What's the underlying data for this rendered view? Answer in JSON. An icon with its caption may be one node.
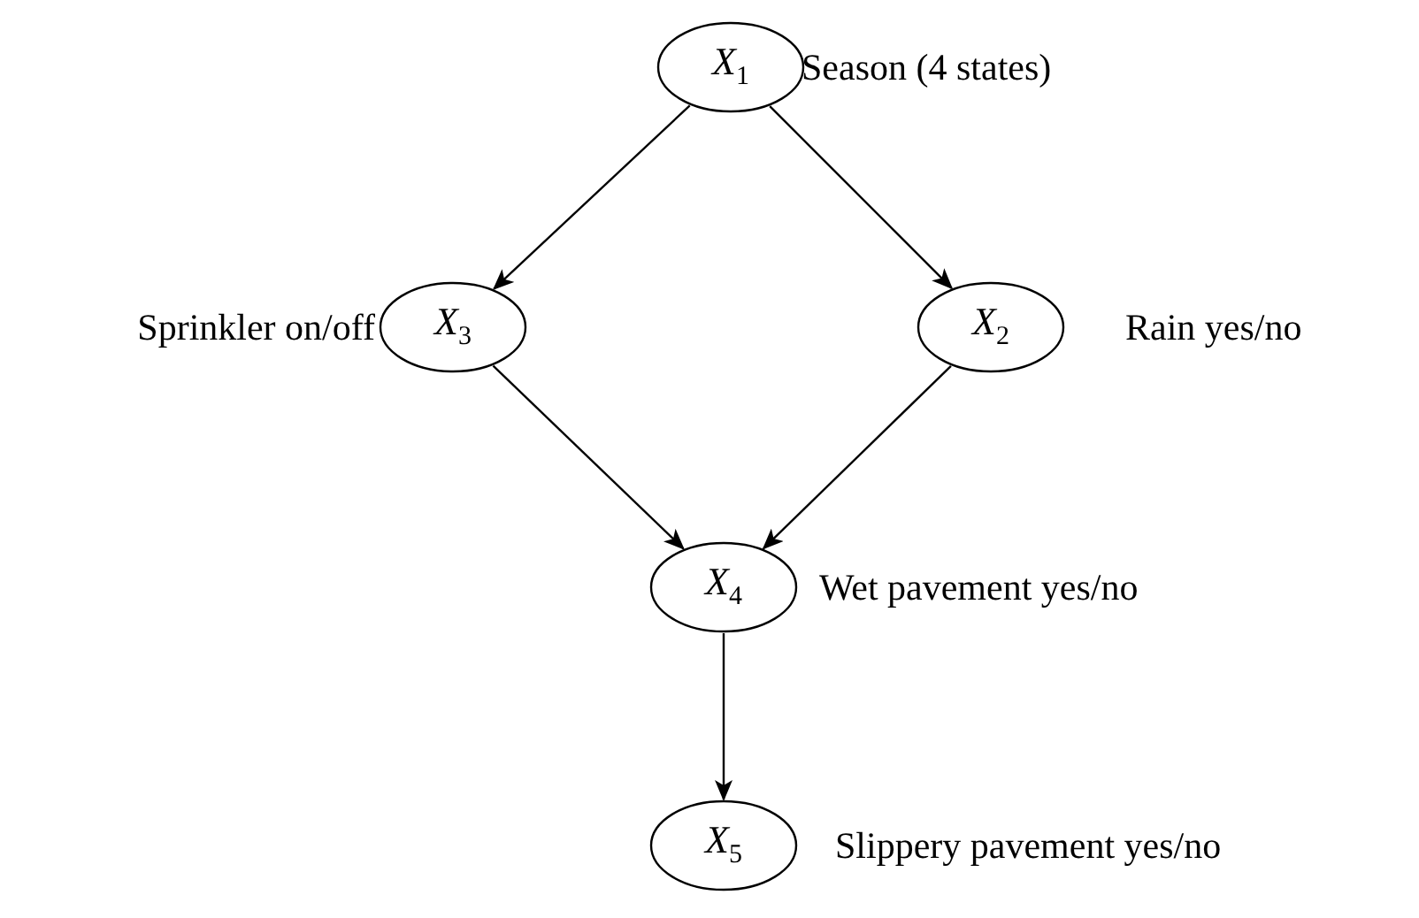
{
  "diagram": {
    "nodes": [
      {
        "text": [
          "*X*$_{1}$"
        ],
        "beside": [
          "Season (4 states)"
        ]
      },
      {
        "text": [
          "*X*$_{3}$"
        ],
        "beside": [
          "Sprinkler on/off"
        ]
      },
      {
        "text": [
          "*X*$_{2}$"
        ],
        "beside": [
          "Rain yes/no"
        ]
      },
      {
        "text": [
          "*X*$_{4}$"
        ],
        "beside": [
          "Wet pavement yes/no"
        ]
      },
      {
        "text": [
          "*X*$_{5}$"
        ],
        "beside": [
          "Slippery pavement yes/no"
        ]
      }
    ],
    "edges": [
      {
        "from": 0,
        "to": 1,
        "arrow": "to"
      },
      {
        "from": 0,
        "to": 2,
        "arrow": "to"
      },
      {
        "from": 1,
        "to": 3,
        "arrow": "to"
      },
      {
        "from": 2,
        "to": 3,
        "arrow": "to"
      },
      {
        "from": 3,
        "to": 4,
        "arrow": "to"
      }
    ]
  }
}
